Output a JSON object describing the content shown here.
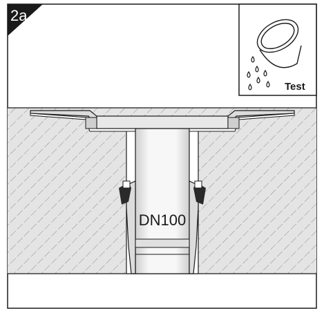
{
  "step_label": "2a",
  "test_label": "Test",
  "pipe_label": "DN100",
  "colors": {
    "outline": "#1a1a1a",
    "concrete": "#e4e4e4",
    "pipe_fill": "#f2f2f2",
    "metal_fill": "#dcdcdc",
    "seal": "#2a2a2a"
  }
}
